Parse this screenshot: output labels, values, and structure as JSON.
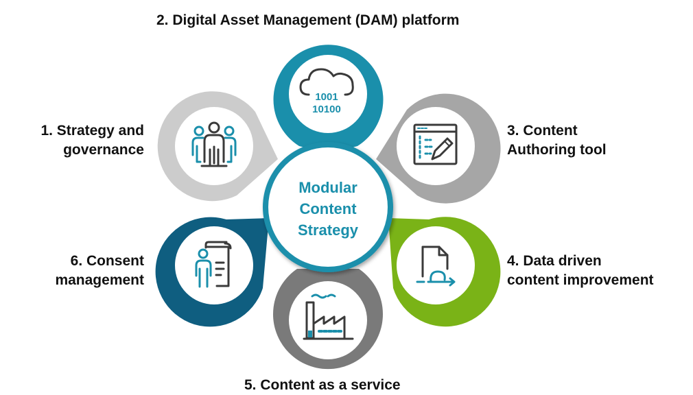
{
  "center": {
    "line1": "Modular",
    "line2": "Content",
    "line3": "Strategy"
  },
  "petals": [
    {
      "number": "1",
      "line1": "1. Strategy and",
      "line2": "governance",
      "icon": "people-group-icon",
      "color": "#cccccc"
    },
    {
      "number": "2",
      "line1": "2. Digital Asset Management (DAM) platform",
      "icon": "cloud-binary-icon",
      "color": "#1a8fab",
      "binary_top": "1001",
      "binary_bottom": "10100"
    },
    {
      "number": "3",
      "line1": "3. Content",
      "line2": "Authoring tool",
      "icon": "code-editor-pen-icon",
      "color": "#a6a6a6"
    },
    {
      "number": "4",
      "line1": "4. Data driven",
      "line2": "content improvement",
      "icon": "document-loop-icon",
      "color": "#7ab317"
    },
    {
      "number": "5",
      "line1": "5. Content as a service",
      "icon": "factory-icon",
      "color": "#7a7a7a"
    },
    {
      "number": "6",
      "line1": "6. Consent",
      "line2": "management",
      "icon": "person-document-icon",
      "color": "#0f5e80"
    }
  ],
  "colors": {
    "icon_dark": "#3a3a3a",
    "icon_accent": "#1a8fab",
    "center_text": "#1a8fab",
    "center_ring": "#1a8fab"
  }
}
